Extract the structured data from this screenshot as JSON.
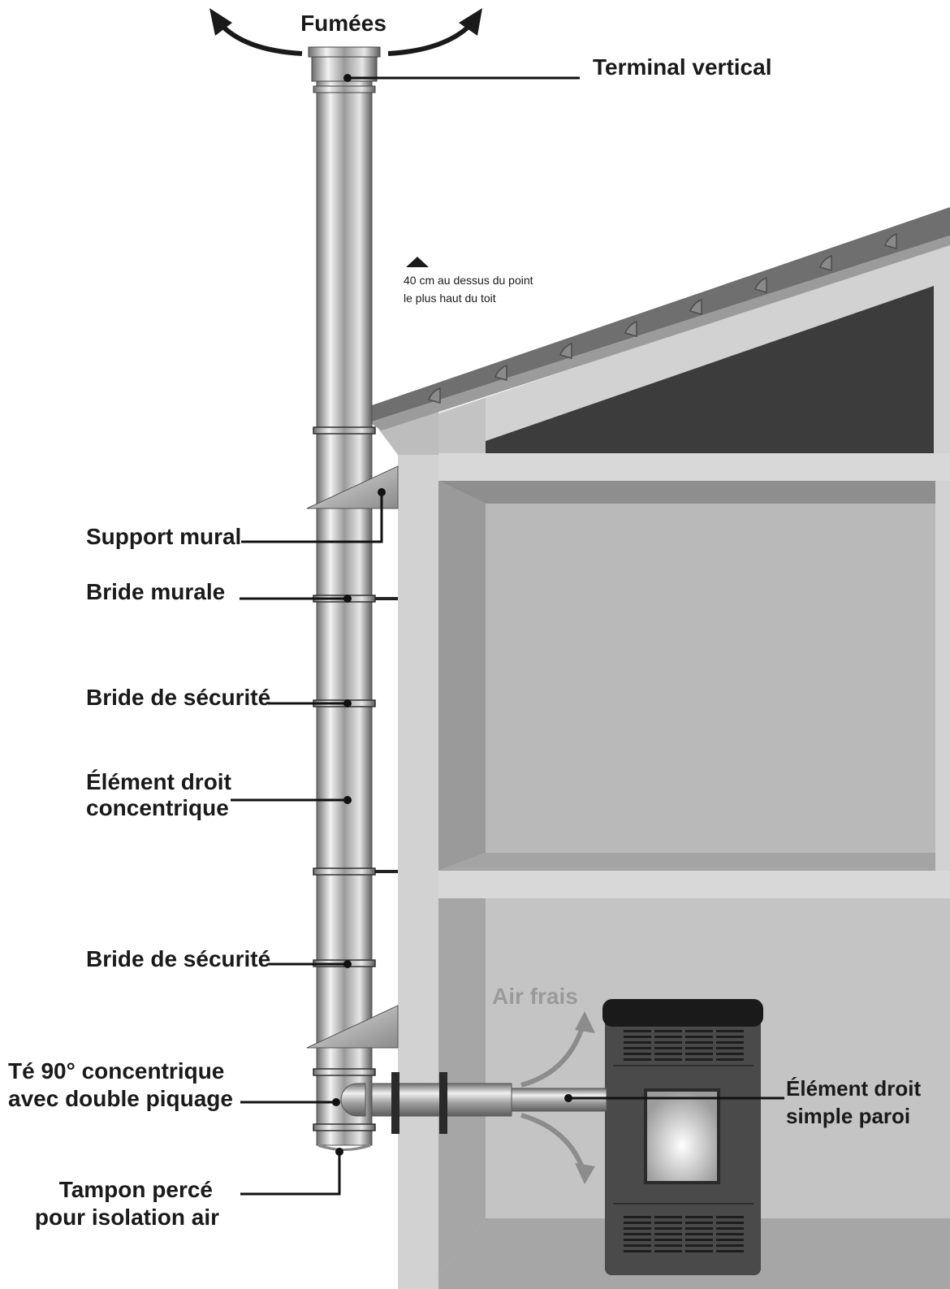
{
  "labels": {
    "fumees": "Fumées",
    "terminal": "Terminal vertical",
    "support": "Support mural",
    "bride_murale": "Bride murale",
    "bride_securite_1": "Bride de sécurité",
    "element_line1": "Élément droit",
    "element_line2": "concentrique",
    "bride_securite_2": "Bride de sécurité",
    "te_line1": "Té 90° concentrique",
    "te_line2": "avec double piquage",
    "tampon_line1": "Tampon percé",
    "tampon_line2": "pour isolation air",
    "simple_line1": "Élément droit",
    "simple_line2": "simple paroi",
    "air_frais": "Air frais"
  },
  "note": {
    "line1": "40 cm au dessus du point",
    "line2": "le plus haut du toit"
  },
  "colors": {
    "wall_light": "#d2d2d2",
    "wall_mid": "#b9b9b9",
    "roof": "#6f6f6f",
    "attic": "#3c3c3c",
    "stove": "#4a4a4a",
    "air_arrow": "#8c8c8c"
  },
  "icons": [
    "up-triangle-icon",
    "smoke-arrow-left-icon",
    "smoke-arrow-right-icon",
    "air-arrow-icon"
  ]
}
